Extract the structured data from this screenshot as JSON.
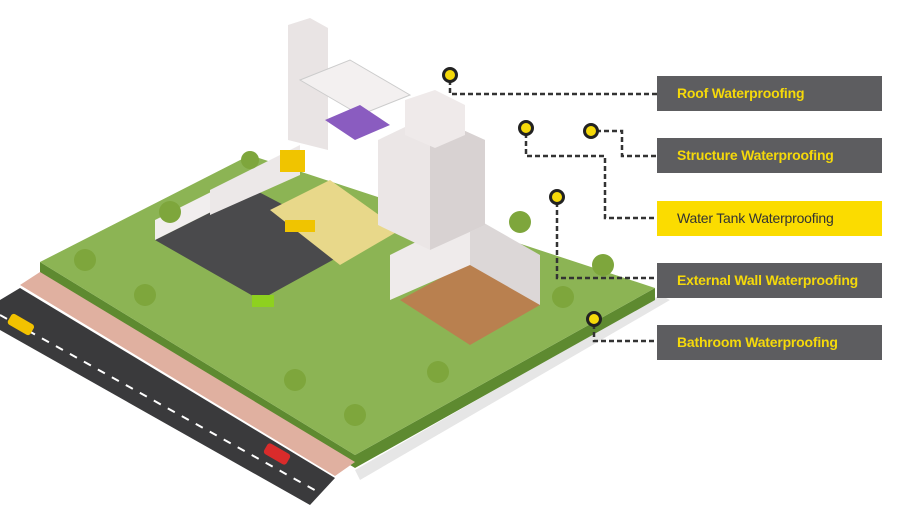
{
  "labels": [
    {
      "text": "Roof Waterproofing",
      "active": false
    },
    {
      "text": "Structure Waterproofing",
      "active": false
    },
    {
      "text": "Water Tank Waterproofing",
      "active": true
    },
    {
      "text": "External Wall Waterproofing",
      "active": false
    },
    {
      "text": "Bathroom Waterproofing",
      "active": false
    }
  ],
  "colors": {
    "label_bg": "#5d5d60",
    "label_text": "#f5d90a",
    "active_bg": "#fbdc00",
    "marker": "#f5d90a",
    "lawn": "#8cb454",
    "road": "#3a3a3c"
  }
}
